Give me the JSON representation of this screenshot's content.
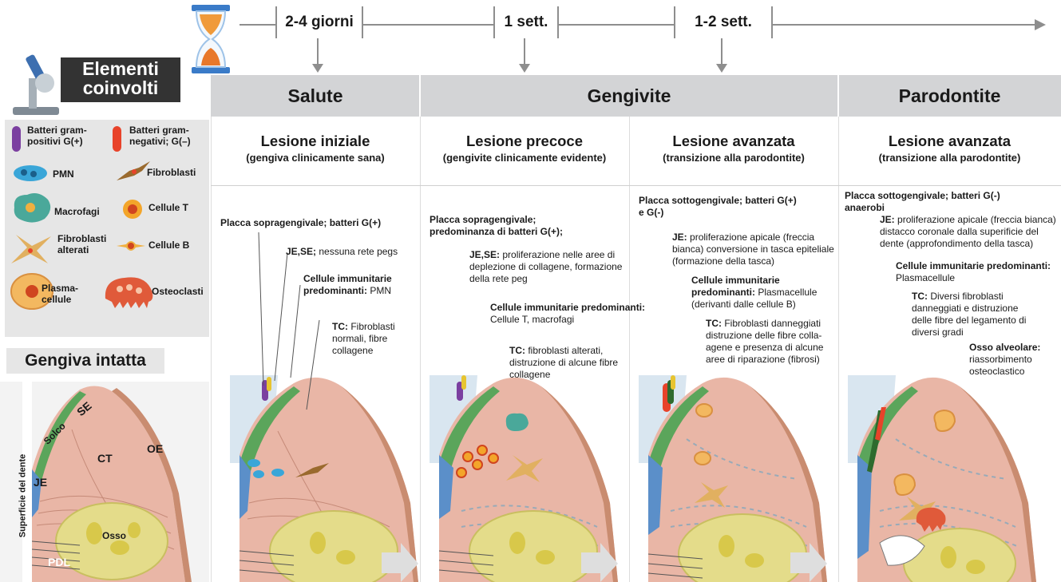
{
  "timeline": {
    "labels": [
      "2-4 giorni",
      "1 sett.",
      "1-2 sett."
    ]
  },
  "left_panel": {
    "title_line1": "Elementi",
    "title_line2": "coinvolti",
    "legend": [
      {
        "label": "Batteri gram-positivi G(+)",
        "l1": "Batteri gram-",
        "l2": "positivi G(+)",
        "color": "#7b3fa0"
      },
      {
        "label": "Batteri gram-negativi; G(–)",
        "l1": "Batteri gram-",
        "l2": "negativi; G(–)",
        "color": "#e8432a"
      },
      {
        "label": "PMN",
        "color": "#3aa6d8"
      },
      {
        "label": "Fibroblasti",
        "color": "#9a6a2e"
      },
      {
        "label": "Macrofagi",
        "color": "#4aa89a"
      },
      {
        "label": "Cellule T",
        "color": "#f3a52a"
      },
      {
        "label": "Fibroblasti alterati",
        "l1": "Fibroblasti",
        "l2": "alterati",
        "color": "#e1b060"
      },
      {
        "label": "Cellule B",
        "color": "#f0b040"
      },
      {
        "label": "Plasma-cellule",
        "l1": "Plasma-",
        "l2": "cellule",
        "color": "#f0b040"
      },
      {
        "label": "Osteoclasti",
        "color": "#e05a3a"
      }
    ],
    "gengiva_title": "Gengiva intatta",
    "vertical_label": "Superficie del dente",
    "tissue_labels": {
      "solco": "Solco",
      "se": "SE",
      "ct": "CT",
      "oe": "OE",
      "je": "JE",
      "pdl": "PDL",
      "osso": "Osso"
    }
  },
  "stages": {
    "salute": "Salute",
    "gengivite": "Gengivite",
    "parodontite": "Parodontite"
  },
  "columns": [
    {
      "title": "Lesione iniziale",
      "subtitle": "(gengiva clinicamente sana)"
    },
    {
      "title": "Lesione precoce",
      "subtitle": "(gengivite clinicamente evidente)"
    },
    {
      "title": "Lesione avanzata",
      "subtitle": "(transizione alla parodontite)"
    },
    {
      "title": "Lesione avanzata",
      "subtitle": "(transizione alla parodontite)"
    }
  ],
  "annotations": {
    "c1": {
      "placca": "Placca sopragengivale; batteri G(+)",
      "je_b": "JE,SE;",
      "je_t": " nessuna rete pegs",
      "cell_b": "Cellule immunitarie predominanti:",
      "cell_t": " PMN",
      "tc_b": "TC:",
      "tc_t": " Fibroblasti normali, fibre collagene"
    },
    "c2": {
      "placca": "Placca sopragengivale; predominanza di batteri G(+);",
      "je_b": "JE,SE:",
      "je_t": " proliferazione nelle aree di deplezione di collagene, formazione della rete peg",
      "cell_b": "Cellule immunitarie predominanti:",
      "cell_t": "Cellule T, macrofagi",
      "tc_b": "TC:",
      "tc_t": " fibroblasti alterati, distruzione di alcune fibre collagene"
    },
    "c3": {
      "placca": "Placca sottogengivale; batteri G(+) e G(-)",
      "je_b": "JE:",
      "je_t": " proliferazione apicale (freccia bianca) conversione in tasca epiteliale (formazione della tasca)",
      "cell_b": "Cellule immunitarie predominanti:",
      "cell_t": " Plasmacellule (derivanti dalle cellule B)",
      "tc_b": "TC:",
      "tc_t": " Fibroblasti danneggiati distruzione delle fibre colla-agene e presenza di alcune aree di riparazione (fibrosi)"
    },
    "c4": {
      "placca": "Placca sottogengivale; batteri G(-) anaerobi",
      "je_b": "JE:",
      "je_t": " proliferazione apicale (freccia bianca) distacco coronale dalla superificie del dente (approfondimento della tasca)",
      "cell_b": "Cellule immunitarie predominanti:",
      "cell_t": " Plasmacellule",
      "tc_b": "TC:",
      "tc_t": " Diversi fibroblasti danneggiati e distruzione delle fibre del legamento di diversi gradi",
      "osso_b": "Osso alveolare:",
      "osso_t": " riassorbimento osteoclastico"
    }
  },
  "colors": {
    "header_gray": "#d3d4d6",
    "tissue_pink": "#e9b6a6",
    "epithelium_green": "#5ba55b",
    "je_blue": "#5b8fc9",
    "bone_yellow": "#e4dc8a",
    "timeline_gray": "#8e8e8e"
  }
}
